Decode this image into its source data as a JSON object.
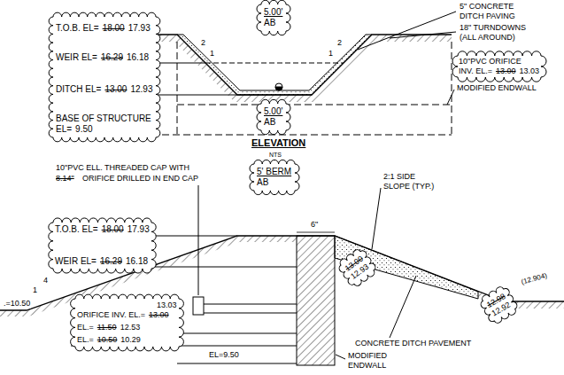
{
  "diagram": {
    "nodes": [
      {
        "text": [
          "5.00'",
          "AB"
        ]
      },
      {
        "text": [
          "T.O.B. EL=",
          "18.00",
          "17.93",
          "WEIR EL=",
          "16.29",
          "16.18",
          "DITCH EL=",
          "13.00",
          "12.93",
          "BASE OF STRUCTURE",
          "EL=",
          "9.50"
        ]
      },
      {
        "text": [
          "10\"PVC ORIFICE",
          "INV. EL.=",
          "13.00",
          "13.03"
        ]
      },
      {
        "text": [
          "5.00'",
          "AB"
        ]
      },
      {
        "text": [
          "5' BERM",
          "AB"
        ]
      },
      {
        "text": [
          "T.O.B. EL=",
          "18.00",
          "17.93",
          "WEIR EL=",
          "16.29",
          "16.18"
        ]
      },
      {
        "text": [
          "13.00",
          "12.93"
        ]
      },
      {
        "text": [
          "ORIFICE INV. EL.=",
          "13.00",
          "13.03",
          "EL.=",
          "11.50",
          "12.53",
          "EL.=",
          "10.50",
          "10.29"
        ]
      },
      {
        "text": [
          "12.98",
          "12.92"
        ]
      }
    ],
    "labels": [
      "5\" CONCRETE DITCH PAVING",
      "18\" TURNDOWNS (ALL AROUND)",
      "MODIFIED ENDWALL",
      "2",
      "1",
      "1",
      "2",
      "ELEVATION",
      "NTS",
      "10\"PVC ELL. THREADED CAP WITH",
      "8.14\"",
      "ORIFICE DRILLED IN END CAP",
      "2:1 SIDE SLOPE (TYP.)",
      "6\"",
      ".=10.50",
      "1",
      "4",
      "(12.904)",
      "CONCRETE DITCH PAVEMENT",
      "EL=9.50",
      "MODIFIED ENDWALL"
    ]
  }
}
